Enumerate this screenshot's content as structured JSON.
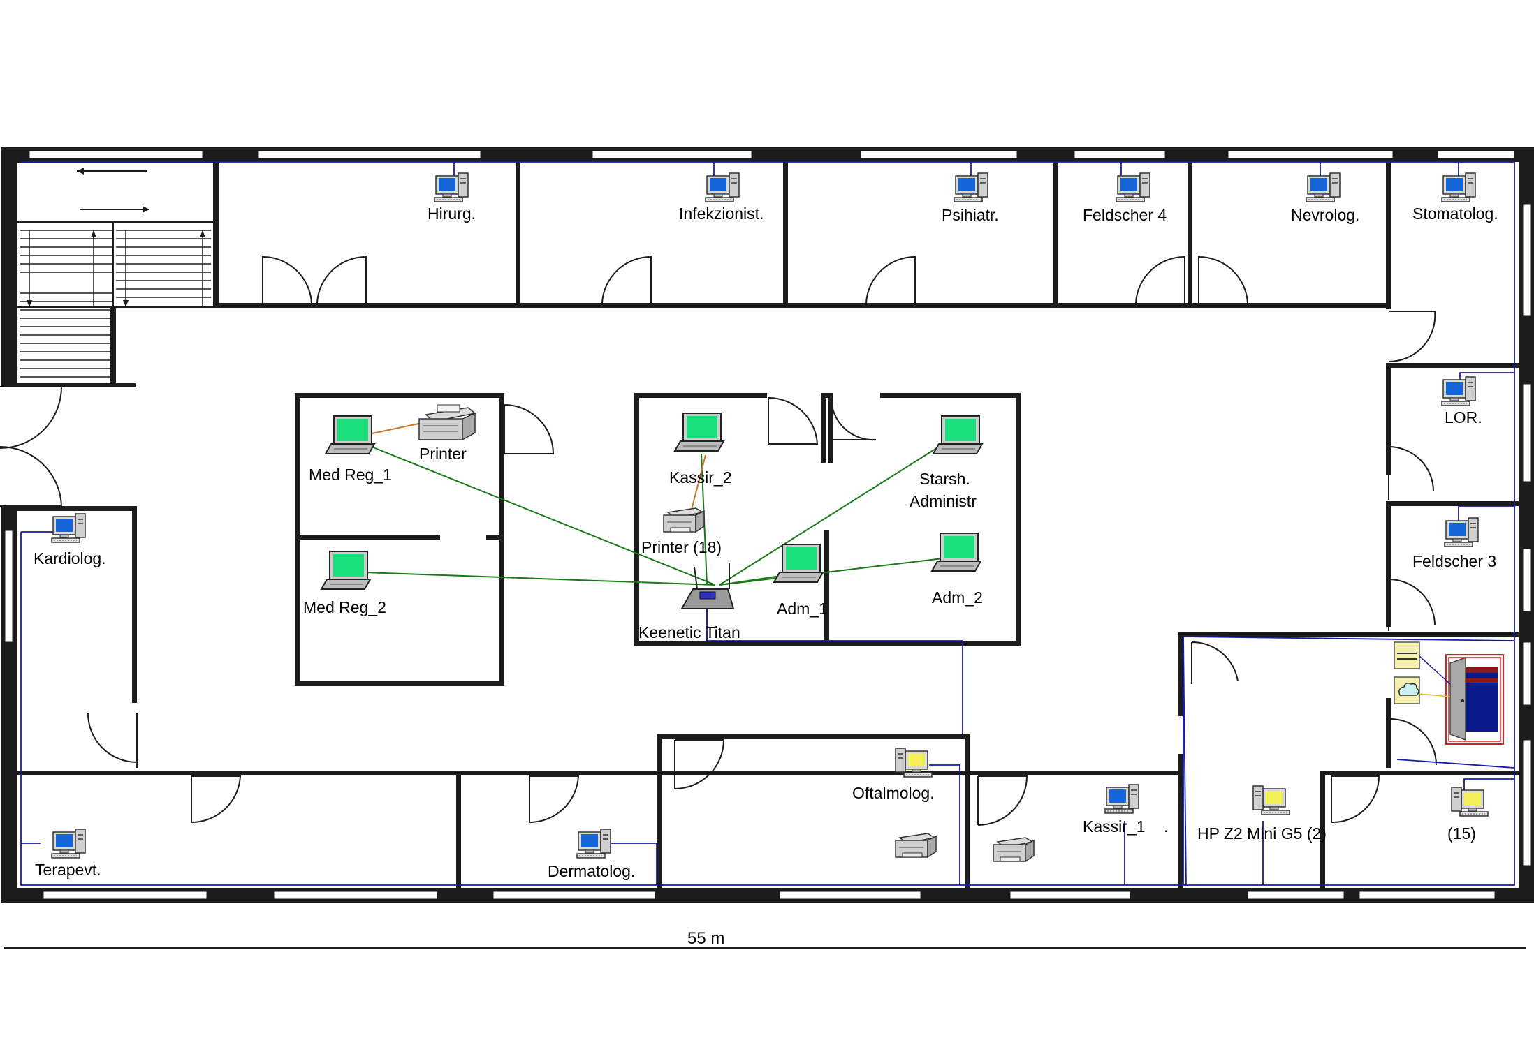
{
  "scale": {
    "label": "55 m"
  },
  "colors": {
    "wall": "#1c1c1c",
    "cable": "#1a1aa8",
    "wifi": "#1a7a1a",
    "printer_link": "#c8782a",
    "laptop_screen": "#19e07a",
    "pc_screen_blue": "#1565d8",
    "pc_screen_yellow": "#f2ee5a",
    "rack_border": "#d82020",
    "rack_inner": "#0a1a8a"
  },
  "rooms": {
    "hirurg": "Hirurg.",
    "infekzionist": "Infekzionist.",
    "psihiatr": "Psihiatr.",
    "feldscher4": "Feldscher 4",
    "nevrolog": "Nevrolog.",
    "stomatolog": "Stomatolog.",
    "lor": "LOR.",
    "feldscher3": "Feldscher 3",
    "kardiolog": "Kardiolog.",
    "terapevt": "Terapevt.",
    "dermatolog": "Dermatolog.",
    "oftalmolog": "Oftalmolog.",
    "kassir1": "Kassir_1",
    "kassir1_mark": ".",
    "hp_z2": "HP Z2 Mini G5 (2)",
    "pc15": "(15)"
  },
  "network": {
    "med_reg_1": "Med Reg_1",
    "med_reg_2": "Med Reg_2",
    "printer": "Printer",
    "kassir_2": "Kassir_2",
    "printer_18": "Printer (18)",
    "router": "Keenetic Titan",
    "adm_1": "Adm_1",
    "adm_2": "Adm_2",
    "starsh_line1": "Starsh.",
    "starsh_line2": "Administr"
  }
}
